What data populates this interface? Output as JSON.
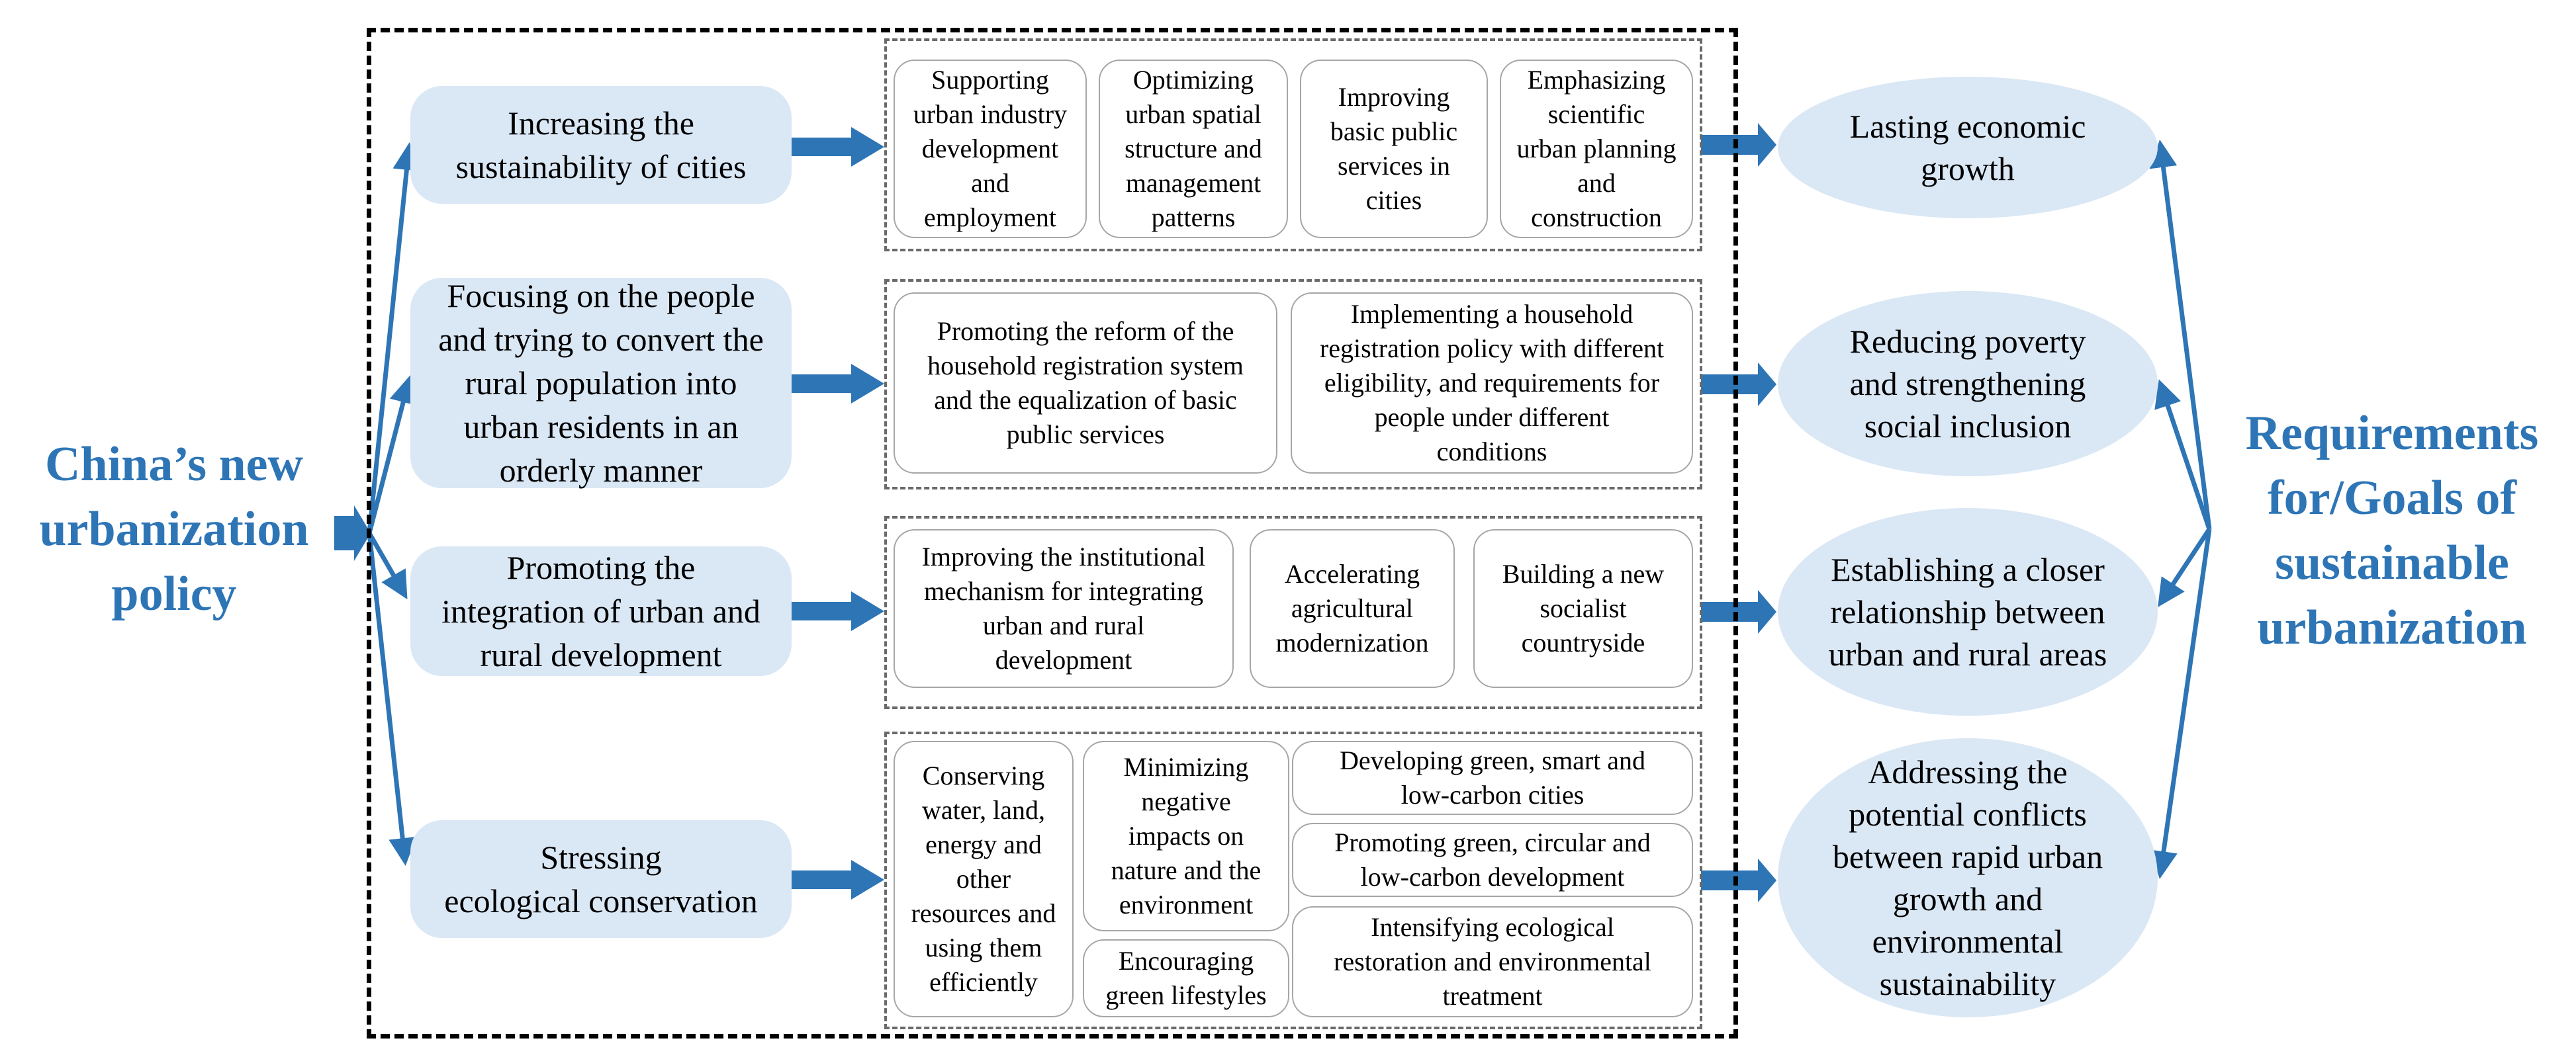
{
  "colors": {
    "accent_blue": "#2e75b6",
    "light_blue_fill": "#dae7f5",
    "frame_black": "#000000",
    "group_border": "#6a6a6a",
    "measure_border": "#a6a6a6"
  },
  "left_title": "China’s new\nurbanization\npolicy",
  "right_title": "Requirements\nfor/Goals of\nsustainable\nurbanization",
  "strategies": [
    "Increasing the\nsustainability of cities",
    "Focusing on the people\nand trying to convert the\nrural population into\nurban residents in an\norderly manner",
    "Promoting the\nintegration of urban and\nrural development",
    "Stressing\necological conservation"
  ],
  "measures": {
    "group1": [
      "Supporting\nurban industry\ndevelopment\nand\nemployment",
      "Optimizing\nurban spatial\nstructure and\nmanagement\npatterns",
      "Improving\nbasic public\nservices in\ncities",
      "Emphasizing\nscientific\nurban planning\nand\nconstruction"
    ],
    "group2": [
      "Promoting the reform of the\nhousehold registration system\nand the equalization of basic\npublic services",
      "Implementing a household\nregistration policy with different\neligibility, and requirements for\npeople under different\nconditions"
    ],
    "group3": [
      "Improving the institutional\nmechanism for integrating\nurban and rural\ndevelopment",
      "Accelerating\nagricultural\nmodernization",
      "Building a new\nsocialist\ncountryside"
    ],
    "group4": [
      "Conserving\nwater, land,\nenergy and\nother\nresources and\nusing them\nefficiently",
      "Minimizing\nnegative\nimpacts on\nnature and the\nenvironment",
      "Encouraging\ngreen lifestyles",
      "Developing green, smart and\nlow-carbon cities",
      "Promoting green, circular and\nlow-carbon development",
      "Intensifying ecological\nrestoration and environmental\ntreatment"
    ]
  },
  "goals": [
    "Lasting economic\ngrowth",
    "Reducing poverty\nand strengthening\nsocial inclusion",
    "Establishing a closer\nrelationship between\nurban and rural areas",
    "Addressing the\npotential conflicts\nbetween rapid urban\ngrowth and\nenvironmental\nsustainability"
  ]
}
